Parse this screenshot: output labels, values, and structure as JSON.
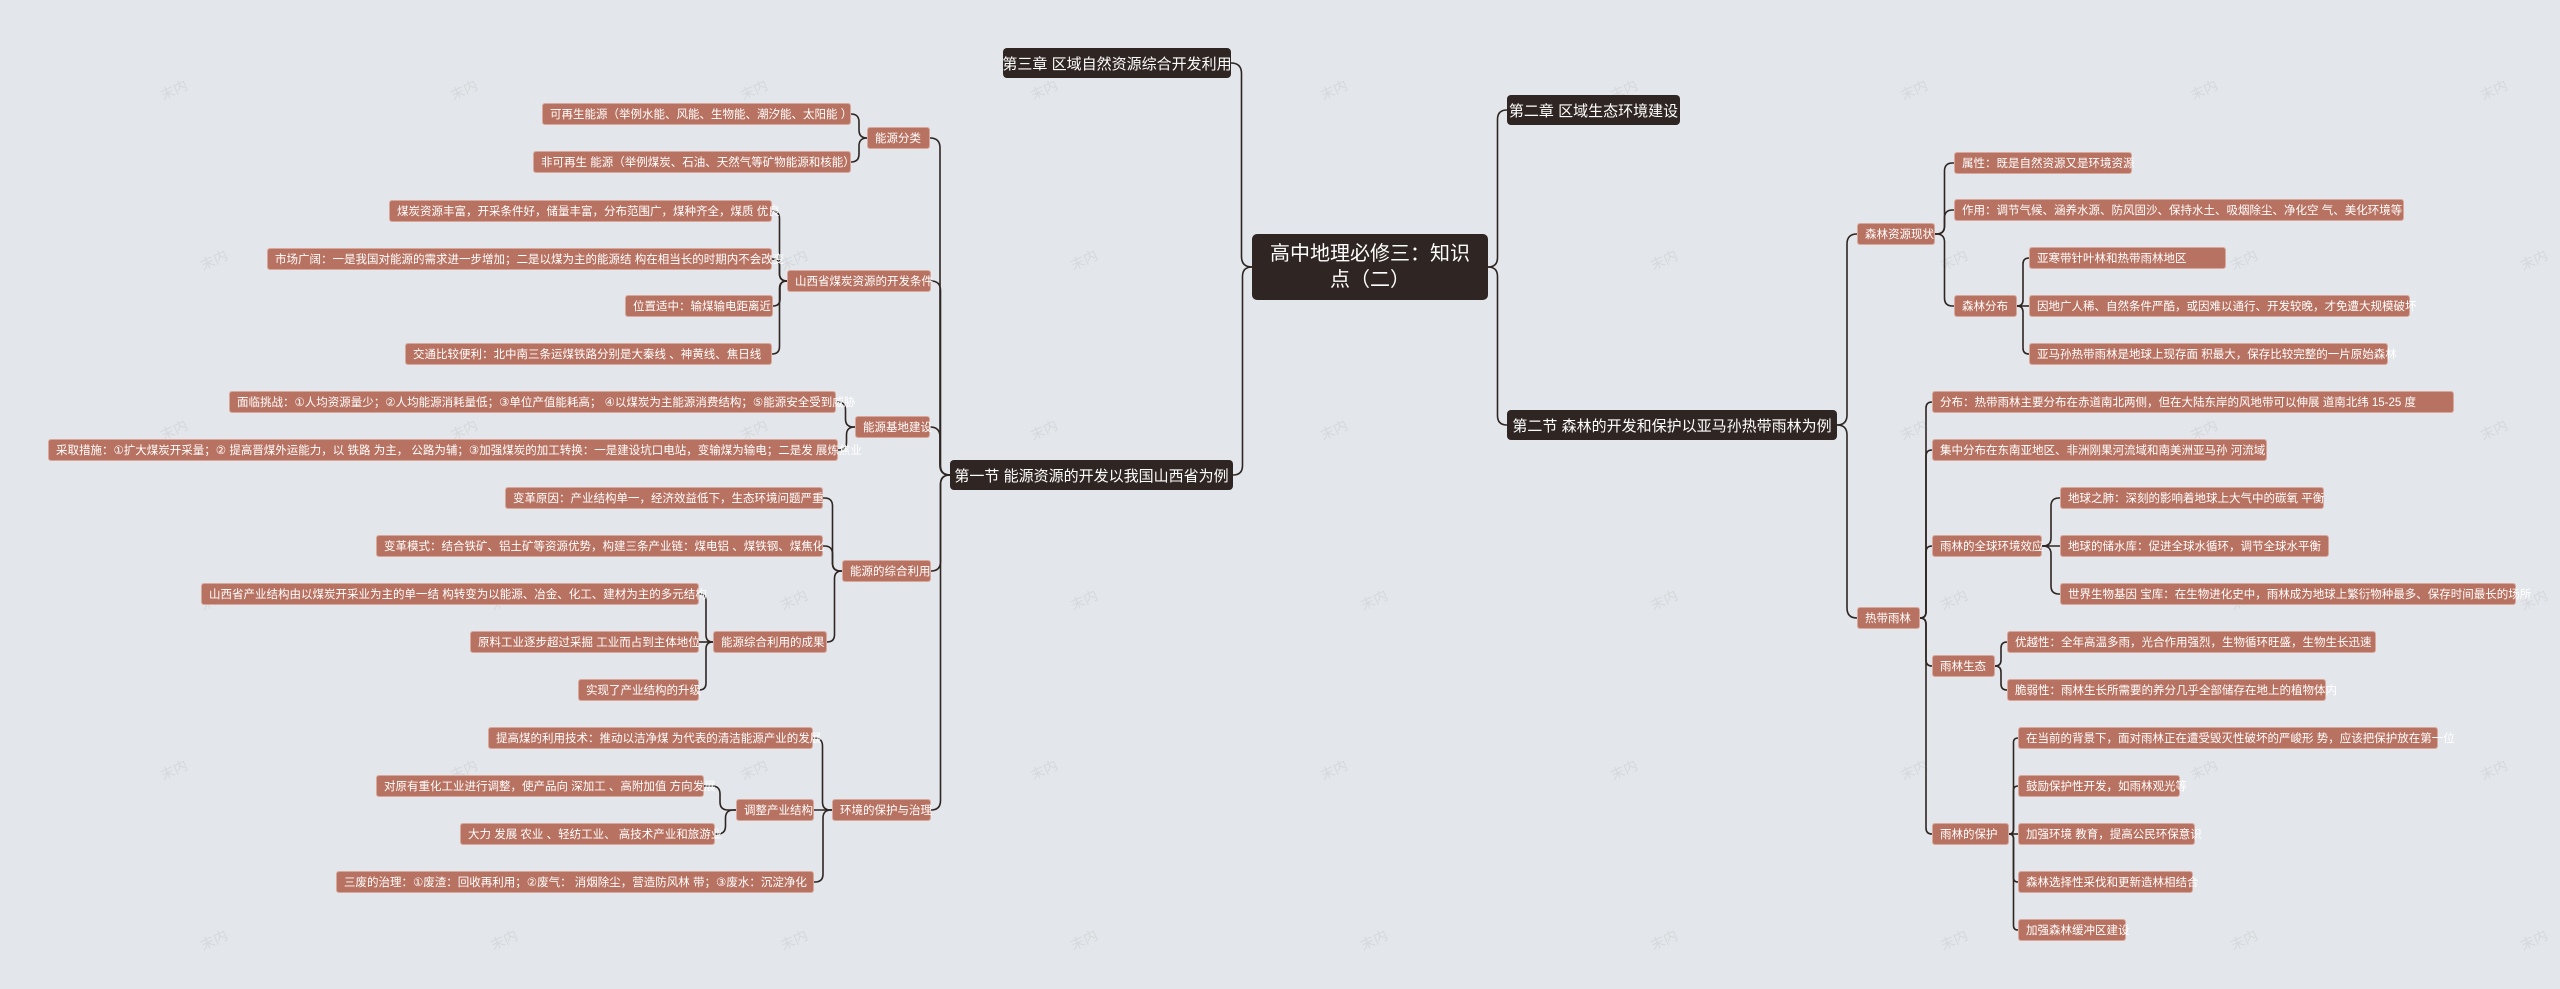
{
  "root": "高中地理必修三：知识点（二）",
  "left": [
    {
      "label": "第三章 区域自然资源综合开发利用",
      "children": []
    },
    {
      "label": "第一节 能源资源的开发以我国山西省为例",
      "children": [
        {
          "label": "能源分类",
          "children": [
            {
              "label": "可再生能源（举例水能、风能、生物能、潮汐能、太阳能 ）"
            },
            {
              "label": "非可再生 能源（举例煤炭、石油、天然气等矿物能源和核能）"
            }
          ]
        },
        {
          "label": "山西省煤炭资源的开发条件",
          "children": [
            {
              "label": "煤炭资源丰富，开采条件好，储量丰富，分布范围广，煤种齐全，煤质 优良"
            },
            {
              "label": "市场广阔：一是我国对能源的需求进一步增加；二是以煤为主的能源结 构在相当长的时期内不会改变"
            },
            {
              "label": "位置适中：输煤输电距离近"
            },
            {
              "label": "交通比较便利：北中南三条运煤铁路分别是大秦线 、神黄线、焦日线"
            }
          ]
        },
        {
          "label": "能源基地建设",
          "children": [
            {
              "label": "面临挑战：①人均资源量少；②人均能源消耗量低；③单位产值能耗高； ④以煤炭为主能源消费结构；⑤能源安全受到威胁"
            },
            {
              "label": "采取措施：①扩大煤炭开采量；② 提高晋煤外运能力，以 铁路 为主， 公路为辅；③加强煤炭的加工转换：一是建设坑口电站，变输煤为输电；二是发 展炼焦业"
            }
          ]
        },
        {
          "label": "能源的综合利用",
          "children": [
            {
              "label": "变革原因：产业结构单一，经济效益低下，生态环境问题严重"
            },
            {
              "label": "变革模式：结合铁矿、铝土矿等资源优势，构建三条产业链：煤电铝 、煤铁钢、煤焦化"
            },
            {
              "label": "能源综合利用的成果",
              "children": [
                {
                  "label": "山西省产业结构由以煤炭开采业为主的单一结 构转变为以能源、冶金、化工、建材为主的多元结构"
                },
                {
                  "label": "原料工业逐步超过采掘 工业而占到主体地位"
                },
                {
                  "label": "实现了产业结构的升级"
                }
              ]
            }
          ]
        },
        {
          "label": "环境的保护与治理",
          "children": [
            {
              "label": "提高煤的利用技术：推动以洁净煤 为代表的清洁能源产业的发展"
            },
            {
              "label": "调整产业结构",
              "children": [
                {
                  "label": "对原有重化工业进行调整，使产品向 深加工 、高附加值 方向发展"
                },
                {
                  "label": "大力 发展 农业 、轻纺工业、 高技术产业和旅游业"
                }
              ]
            },
            {
              "label": "三废的治理：①废渣：回收再利用；②废气： 消烟除尘，营造防风林 带；③废水：沉淀净化"
            }
          ]
        }
      ]
    }
  ],
  "right": [
    {
      "label": "第二章 区域生态环境建设",
      "children": []
    },
    {
      "label": "第二节 森林的开发和保护以亚马孙热带雨林为例",
      "children": [
        {
          "label": "森林资源现状",
          "children": [
            {
              "label": "属性：既是自然资源又是环境资源"
            },
            {
              "label": "作用：调节气候、涵养水源、防风固沙、保持水土、吸烟除尘、净化空 气、美化环境等"
            },
            {
              "label": "森林分布",
              "children": [
                {
                  "label": "亚寒带针叶林和热带雨林地区"
                },
                {
                  "label": "因地广人稀、自然条件严酷，或因难以通行、开发较晚，才免遭大规模破坏"
                },
                {
                  "label": "亚马孙热带雨林是地球上现存面 积最大，保存比较完整的一片原始森林"
                }
              ]
            }
          ]
        },
        {
          "label": "热带雨林",
          "children": [
            {
              "label": "分布：热带雨林主要分布在赤道南北两侧，但在大陆东岸的风地带可以伸展 道南北纬 15-25 度"
            },
            {
              "label": "集中分布在东南亚地区、非洲刚果河流域和南美洲亚马孙 河流域"
            },
            {
              "label": "雨林的全球环境效应",
              "children": [
                {
                  "label": "地球之肺：深刻的影响着地球上大气中的碳氧 平衡"
                },
                {
                  "label": "地球的储水库：促进全球水循环，调节全球水平衡"
                },
                {
                  "label": "世界生物基因 宝库：在生物进化史中，雨林成为地球上繁衍物种最多、保存时间最长的场所"
                }
              ]
            },
            {
              "label": "雨林生态",
              "children": [
                {
                  "label": "优越性：全年高温多雨，光合作用强烈，生物循环旺盛，生物生长迅速"
                },
                {
                  "label": "脆弱性：雨林生长所需要的养分几乎全部储存在地上的植物体内"
                }
              ]
            },
            {
              "label": "雨林的保护",
              "children": [
                {
                  "label": "在当前的背景下，面对雨林正在遭受毁灭性破坏的严峻形 势，应该把保护放在第一位"
                },
                {
                  "label": "鼓励保护性开发，如雨林观光等"
                },
                {
                  "label": "加强环境 教育，提高公民环保意识"
                },
                {
                  "label": "森林选择性采伐和更新造林相结合"
                },
                {
                  "label": "加强森林缓冲区建设"
                }
              ]
            }
          ]
        }
      ]
    }
  ],
  "watermark": "末内",
  "colors": {
    "background": "#e3e6ea",
    "dark_node": "#2f2522",
    "leaf_node": "#b87262",
    "line": "#2f2522"
  }
}
